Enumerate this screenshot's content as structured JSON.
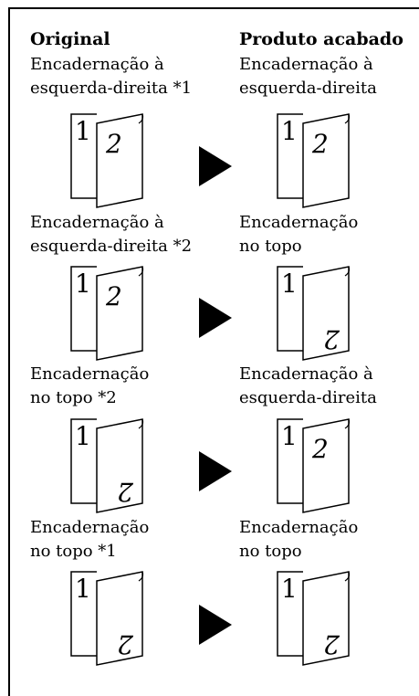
{
  "headers": {
    "original": "Original",
    "finished": "Produto acabado"
  },
  "rows": [
    {
      "original": {
        "line1": "Encadernação à",
        "line2": "esquerda-direita *1",
        "page1": "1",
        "page2": "2",
        "binding": "left-right"
      },
      "finished": {
        "line1": "Encadernação à",
        "line2": "esquerda-direita",
        "page1": "1",
        "page2": "2",
        "binding": "left-right"
      }
    },
    {
      "original": {
        "line1": "Encadernação à",
        "line2": "esquerda-direita *2",
        "page1": "1",
        "page2": "2",
        "binding": "left-right"
      },
      "finished": {
        "line1": "Encadernação",
        "line2": "no topo",
        "page1": "1",
        "page2": "2",
        "binding": "top"
      }
    },
    {
      "original": {
        "line1": "Encadernação",
        "line2": "no topo *2",
        "page1": "1",
        "page2": "2",
        "binding": "top"
      },
      "finished": {
        "line1": "Encadernação à",
        "line2": "esquerda-direita",
        "page1": "1",
        "page2": "2",
        "binding": "left-right"
      }
    },
    {
      "original": {
        "line1": "Encadernação",
        "line2": "no topo *1",
        "page1": "1",
        "page2": "2",
        "binding": "top"
      },
      "finished": {
        "line1": "Encadernação",
        "line2": "no topo",
        "page1": "1",
        "page2": "2",
        "binding": "top"
      }
    }
  ],
  "arrow_icon": "right-triangle-arrow-icon"
}
